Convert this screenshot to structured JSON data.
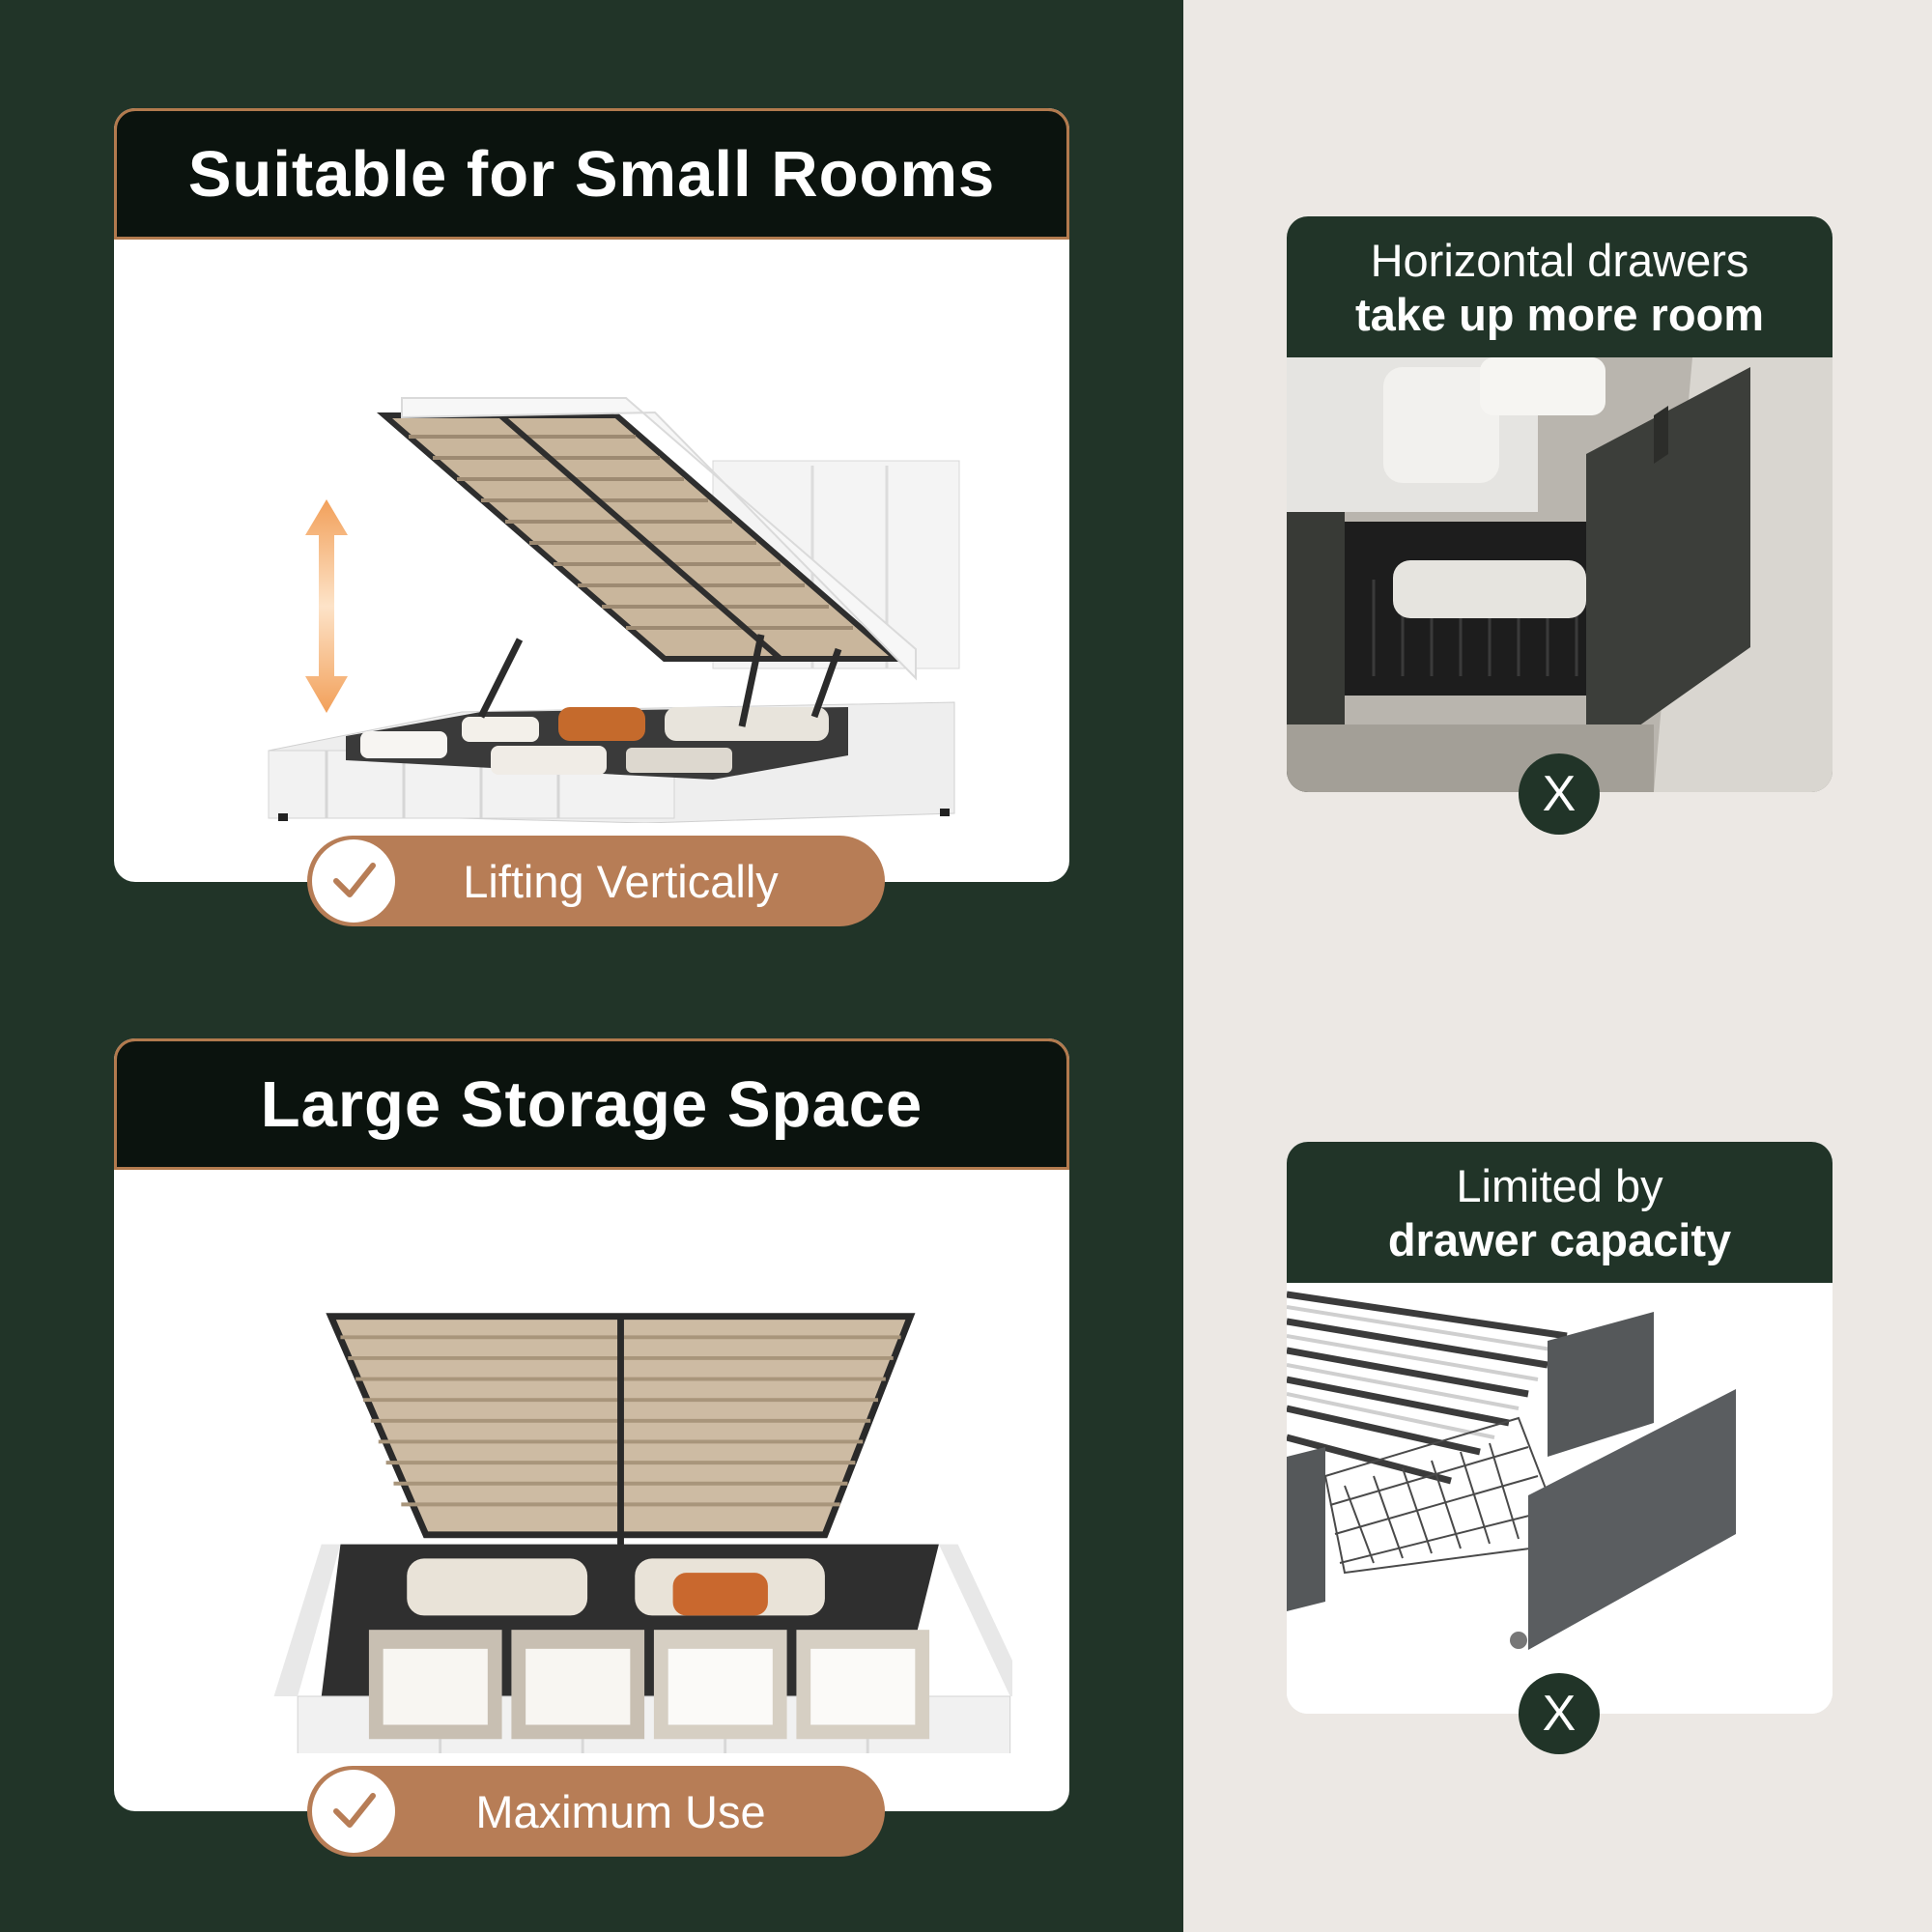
{
  "left_panels": [
    {
      "title": "Suitable for Small Rooms",
      "benefit": "Lifting Vertically"
    },
    {
      "title": "Large Storage Space",
      "benefit": "Maximum Use"
    }
  ],
  "right_cards": [
    {
      "line1": "Horizontal drawers",
      "line2": "take up more room",
      "mark": "X"
    },
    {
      "line1": "Limited by",
      "line2": "drawer capacity",
      "mark": "X"
    }
  ],
  "colors": {
    "dark_green": "#213428",
    "near_black": "#0b130e",
    "copper": "#b77d56",
    "beige": "#ece8e4"
  },
  "icons": [
    "check-icon",
    "up-down-arrow-icon",
    "x-icon"
  ]
}
